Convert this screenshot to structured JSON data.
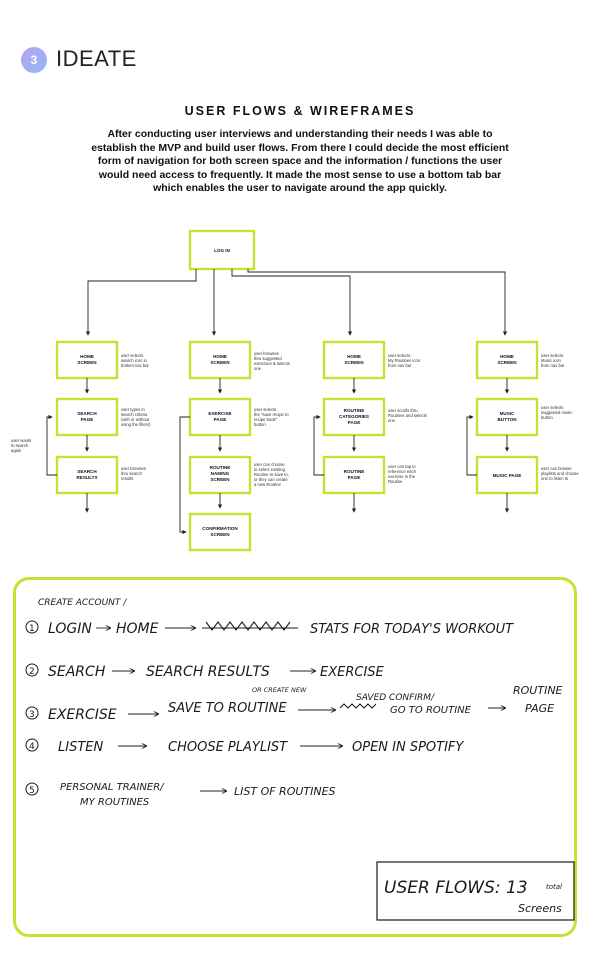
{
  "section": {
    "number": "3",
    "title": "IDEATE"
  },
  "heading": "USER FLOWS & WIREFRAMES",
  "intro": "After conducting user interviews and understanding their needs I was able to establish the MVP and build user flows. From there I could decide the most efficient form of navigation for both screen space and the information / functions the user would need access to frequently. It made the most sense to use a bottom tab bar which enables the user to navigate around the app quickly.",
  "flowchart": {
    "login": "LOG IN",
    "columns": [
      {
        "boxes": [
          [
            "HOME",
            "SCREEN"
          ],
          [
            "SEARCH",
            "PAGE"
          ],
          [
            "SEARCH",
            "RESULTS"
          ]
        ],
        "notes": [
          [
            "user selects",
            "search icon in",
            "bottom nav bar"
          ],
          [
            "user types in",
            "search criteria",
            "(with or without",
            "using the filters)"
          ],
          [
            "user browses",
            "thru search",
            "results"
          ]
        ],
        "side_note": [
          "user wants",
          "to search",
          "again"
        ]
      },
      {
        "boxes": [
          [
            "HOME",
            "SCREEN"
          ],
          [
            "EXERCISE",
            "PAGE"
          ],
          [
            "ROUTINE",
            "NAMING",
            "SCREEN"
          ],
          [
            "CONFIRMATION",
            "SCREEN"
          ]
        ],
        "notes": [
          [
            "user browses",
            "thru suggested",
            "exercises & selects",
            "one"
          ],
          [
            "user selects",
            "the \"save recipe to",
            "recipe book\"",
            "button"
          ],
          [
            "user can choose",
            "to select existing",
            "Routine to save to,",
            "or they can create",
            "a new Routine"
          ]
        ]
      },
      {
        "boxes": [
          [
            "HOME",
            "SCREEN"
          ],
          [
            "ROUTINE",
            "CATEGORIES",
            "PAGE"
          ],
          [
            "ROUTINE",
            "PAGE"
          ]
        ],
        "notes": [
          [
            "user selects",
            "My Routines icon",
            "from nav bar"
          ],
          [
            "user scrolls thru",
            "Routines and selects",
            "one"
          ],
          [
            "user can tap to",
            "reference each",
            "exercise in the",
            "Routine"
          ]
        ]
      },
      {
        "boxes": [
          [
            "HOME",
            "SCREEN"
          ],
          [
            "MUSIC",
            "BUTTON"
          ],
          [
            "MUSIC PAGE"
          ]
        ],
        "notes": [
          [
            "user selects",
            "Music icon",
            "from nav bar"
          ],
          [
            "user selects",
            "suggested music",
            "button"
          ],
          [
            "user can browse",
            "playlists and choose",
            "one to listen to"
          ]
        ]
      }
    ]
  },
  "sketch": {
    "header": "CREATE ACCOUNT /",
    "rows": [
      {
        "num": "1",
        "steps": [
          "LOGIN",
          "HOME",
          "STATS FOR TODAY'S WORKOUT"
        ]
      },
      {
        "num": "2",
        "steps": [
          "SEARCH",
          "SEARCH RESULTS",
          "EXERCISE"
        ]
      },
      {
        "num": "3",
        "steps": [
          "EXERCISE",
          "SAVE TO ROUTINE",
          "SAVED CONFIRM/",
          "GO TO ROUTINE",
          "ROUTINE",
          "PAGE"
        ],
        "above": "OR CREATE NEW"
      },
      {
        "num": "4",
        "steps": [
          "LISTEN",
          "CHOOSE PLAYLIST",
          "OPEN IN SPOTIFY"
        ]
      },
      {
        "num": "5",
        "steps": [
          "PERSONAL TRAINER/",
          "MY ROUTINES",
          "LIST OF ROUTINES"
        ]
      }
    ],
    "summary": [
      "USER FLOWS: 13",
      "total",
      "Screens"
    ]
  }
}
